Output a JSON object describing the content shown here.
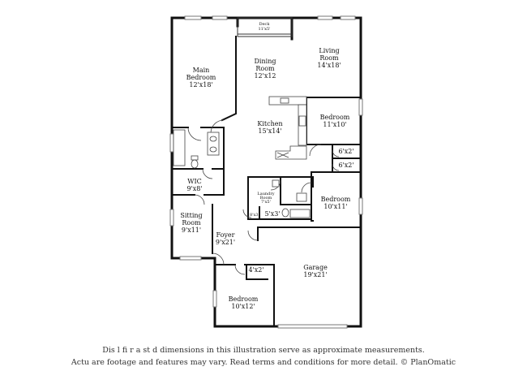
{
  "rooms": {
    "deck": {
      "name": "Deck",
      "size": "11'x5'"
    },
    "main_bedroom": {
      "name1": "Main",
      "name2": "Bedroom",
      "size": "12'x18'"
    },
    "dining": {
      "name1": "Dining",
      "name2": "Room",
      "size": "12'x12"
    },
    "living": {
      "name1": "Living",
      "name2": "Room",
      "size": "14'x18'"
    },
    "kitchen": {
      "name": "Kitchen",
      "size": "15'x14'"
    },
    "bedroom_ne": {
      "name": "Bedroom",
      "size": "11'x10'"
    },
    "closet_a": {
      "size": "6'x2'"
    },
    "closet_b": {
      "size": "6'x2'"
    },
    "wic": {
      "name": "WIC",
      "size": "9'x8'"
    },
    "laundry": {
      "name1": "Laundry",
      "name2": "Room",
      "size": "7'x5'"
    },
    "bedroom_e": {
      "name": "Bedroom",
      "size": "10'x11'"
    },
    "pantry": {
      "size": "8'x3'"
    },
    "bath": {
      "size": "5'x3'"
    },
    "sitting": {
      "name1": "Sitting",
      "name2": "Room",
      "size": "9'x11'"
    },
    "foyer": {
      "name": "Foyer",
      "size": "9'x21'"
    },
    "closet_c": {
      "size": "4'x2'"
    },
    "garage": {
      "name": "Garage",
      "size": "19'x21'"
    },
    "bedroom_s": {
      "name": "Bedroom",
      "size": "10'x12'"
    }
  },
  "disclaimer": {
    "line1": "Dis   l   fi   r  a   st  d dimensions in this illustration serve as approximate measurements.",
    "line2": "Actu   are footage and features may vary. Read terms and conditions for more detail. © PlanOmatic"
  }
}
